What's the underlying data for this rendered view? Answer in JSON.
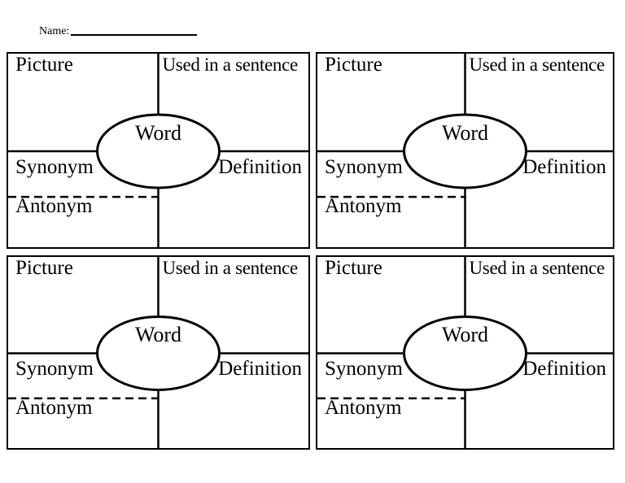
{
  "page": {
    "background_color": "#ffffff",
    "ink_color": "#000000"
  },
  "header": {
    "name_label": "Name:"
  },
  "cards": [
    {
      "picture_label": "Picture",
      "sentence_label": "Used in a sentence",
      "word_label": "Word",
      "synonym_label": "Synonym",
      "antonym_label": "Antonym",
      "definition_label": "Definition"
    },
    {
      "picture_label": "Picture",
      "sentence_label": "Used in a sentence",
      "word_label": "Word",
      "synonym_label": "Synonym",
      "antonym_label": "Antonym",
      "definition_label": "Definition"
    },
    {
      "picture_label": "Picture",
      "sentence_label": "Used in a sentence",
      "word_label": "Word",
      "synonym_label": "Synonym",
      "antonym_label": "Antonym",
      "definition_label": "Definition"
    },
    {
      "picture_label": "Picture",
      "sentence_label": "Used in a sentence",
      "word_label": "Word",
      "synonym_label": "Synonym",
      "antonym_label": "Antonym",
      "definition_label": "Definition"
    }
  ]
}
